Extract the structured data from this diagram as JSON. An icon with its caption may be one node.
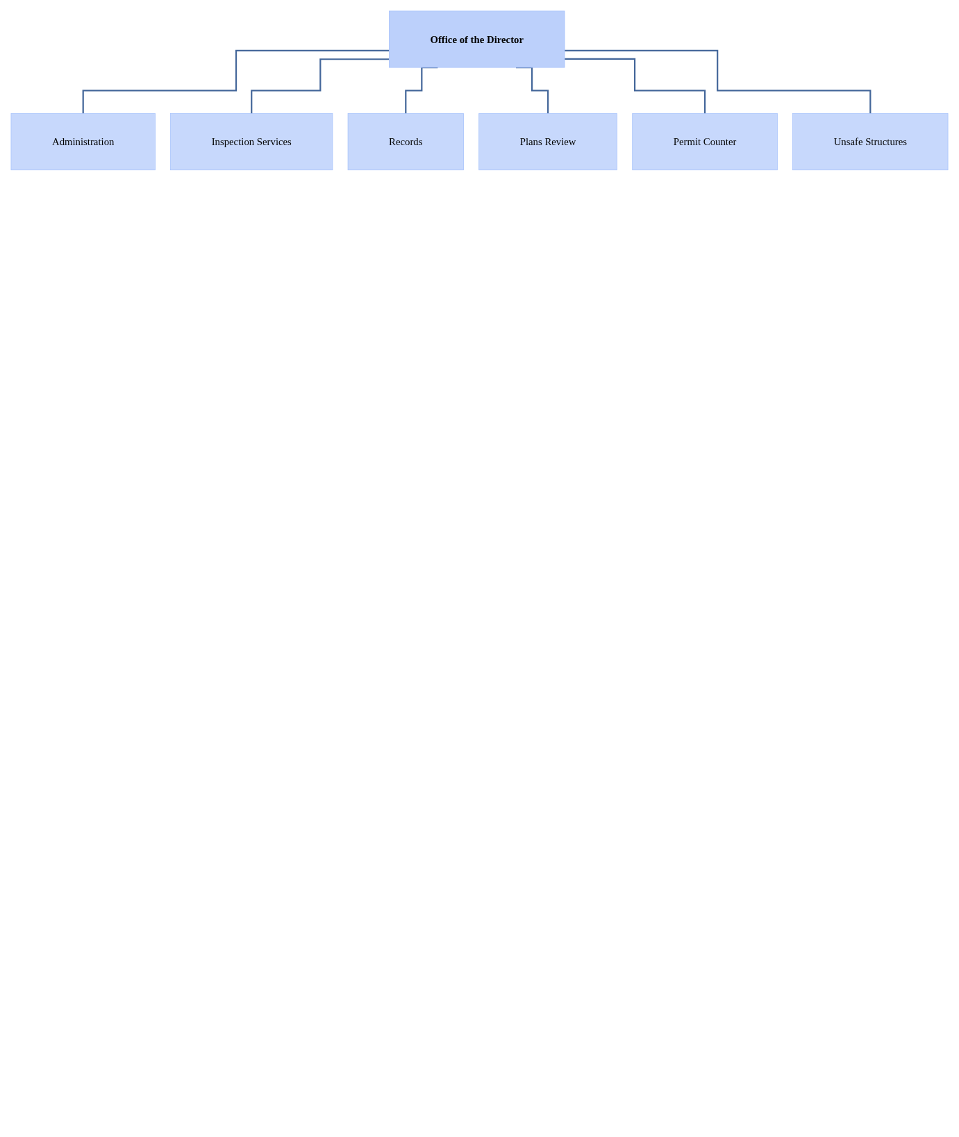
{
  "diagram": {
    "nodes": [
      {
        "text": [
          "Office of the Director"
        ]
      },
      {
        "text": [
          "Administration"
        ]
      },
      {
        "text": [
          "Inspection Services"
        ]
      },
      {
        "text": [
          "Records"
        ]
      },
      {
        "text": [
          "Plans Review"
        ]
      },
      {
        "text": [
          "Permit Counter"
        ]
      },
      {
        "text": [
          "Unsafe Structures"
        ]
      }
    ],
    "edges": [
      {
        "from": 0,
        "to": 1,
        "arrow": "none"
      },
      {
        "from": 0,
        "to": 2,
        "arrow": "none"
      },
      {
        "from": 0,
        "to": 3,
        "arrow": "none"
      },
      {
        "from": 0,
        "to": 4,
        "arrow": "none"
      },
      {
        "from": 0,
        "to": 5,
        "arrow": "none"
      },
      {
        "from": 0,
        "to": 6,
        "arrow": "none"
      }
    ]
  }
}
